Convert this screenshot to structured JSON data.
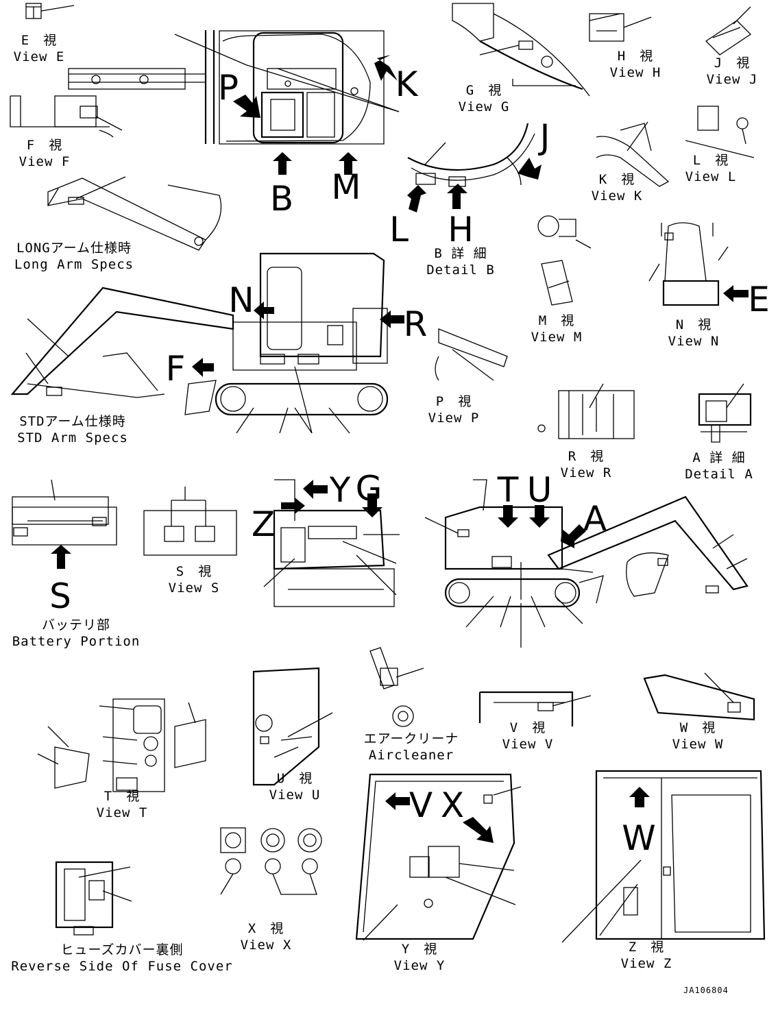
{
  "views": {
    "E": {
      "jp": "E　視",
      "en": "View E"
    },
    "F": {
      "jp": "F　視",
      "en": "View F"
    },
    "G": {
      "jp": "G　視",
      "en": "View G"
    },
    "H": {
      "jp": "H　視",
      "en": "View H"
    },
    "J": {
      "jp": "J　視",
      "en": "View J"
    },
    "K": {
      "jp": "K　視",
      "en": "View K"
    },
    "L": {
      "jp": "L　視",
      "en": "View L"
    },
    "M": {
      "jp": "M　視",
      "en": "View M"
    },
    "N": {
      "jp": "N　視",
      "en": "View N"
    },
    "P": {
      "jp": "P　視",
      "en": "View P"
    },
    "R": {
      "jp": "R　視",
      "en": "View R"
    },
    "S": {
      "jp": "S　視",
      "en": "View S"
    },
    "T": {
      "jp": "T　視",
      "en": "View T"
    },
    "U": {
      "jp": "U　視",
      "en": "View U"
    },
    "V": {
      "jp": "V　視",
      "en": "View V"
    },
    "W": {
      "jp": "W　視",
      "en": "View W"
    },
    "X": {
      "jp": "X　視",
      "en": "View X"
    },
    "Y": {
      "jp": "Y　視",
      "en": "View Y"
    },
    "Z": {
      "jp": "Z　視",
      "en": "View Z"
    }
  },
  "details": {
    "A": {
      "jp": "A 詳 細",
      "en": "Detail A"
    },
    "B": {
      "jp": "B 詳 細",
      "en": "Detail B"
    }
  },
  "specs": {
    "long_arm": {
      "jp": "LONGアーム仕様時",
      "en": "Long Arm Specs"
    },
    "std_arm": {
      "jp": "STDアーム仕様時",
      "en": "STD Arm Specs"
    }
  },
  "parts": {
    "battery": {
      "jp": "バッテリ部",
      "en": "Battery Portion"
    },
    "aircleaner": {
      "jp": "エアークリーナ",
      "en": "Aircleaner"
    },
    "fuse_cover": {
      "jp": "ヒューズカバー裏側",
      "en": "Reverse Side Of Fuse Cover"
    }
  },
  "arrow_letters": {
    "P": "P",
    "K": "K",
    "B": "B",
    "M": "M",
    "J": "J",
    "L": "L",
    "H": "H",
    "N": "N",
    "R": "R",
    "F": "F",
    "E": "E",
    "S": "S",
    "Y": "Y",
    "G": "G",
    "Z": "Z",
    "T": "T",
    "U": "U",
    "A": "A",
    "V": "V",
    "X": "X",
    "W": "W"
  },
  "drawing_code": "JA106804"
}
